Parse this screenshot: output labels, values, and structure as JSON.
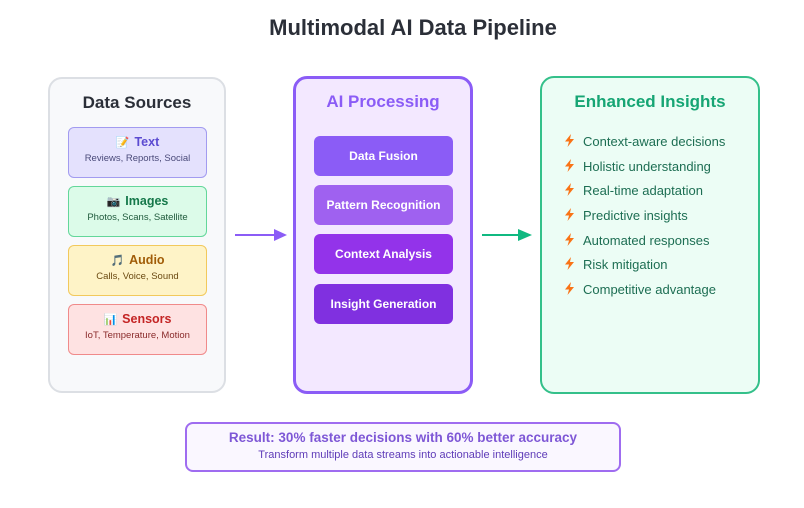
{
  "title": "Multimodal AI Data Pipeline",
  "sources": {
    "title": "Data Sources",
    "items": [
      {
        "icon": "📝",
        "icon_name": "memo-icon",
        "name": "Text",
        "sub": "Reviews, Reports, Social"
      },
      {
        "icon": "📷",
        "icon_name": "camera-icon",
        "name": "Images",
        "sub": "Photos, Scans, Satellite"
      },
      {
        "icon": "🎵",
        "icon_name": "music-note-icon",
        "name": "Audio",
        "sub": "Calls, Voice, Sound"
      },
      {
        "icon": "📊",
        "icon_name": "bar-chart-icon",
        "name": "Sensors",
        "sub": "IoT, Temperature, Motion"
      }
    ]
  },
  "processing": {
    "title": "AI Processing",
    "steps": [
      "Data Fusion",
      "Pattern Recognition",
      "Context Analysis",
      "Insight Generation"
    ]
  },
  "insights": {
    "title": "Enhanced Insights",
    "icon_name": "lightning-bolt-icon",
    "items": [
      "Context-aware decisions",
      "Holistic understanding",
      "Real-time adaptation",
      "Predictive insights",
      "Automated responses",
      "Risk mitigation",
      "Competitive advantage"
    ]
  },
  "result": {
    "title": "Result: 30% faster decisions with 60% better accuracy",
    "subtitle": "Transform multiple data streams into actionable intelligence"
  },
  "colors": {
    "ai_accent": "#8b5cf6",
    "insights_accent": "#16a574",
    "arrow_left": "#8b5cf6",
    "arrow_right": "#10b981",
    "bolt": "#f97316"
  }
}
